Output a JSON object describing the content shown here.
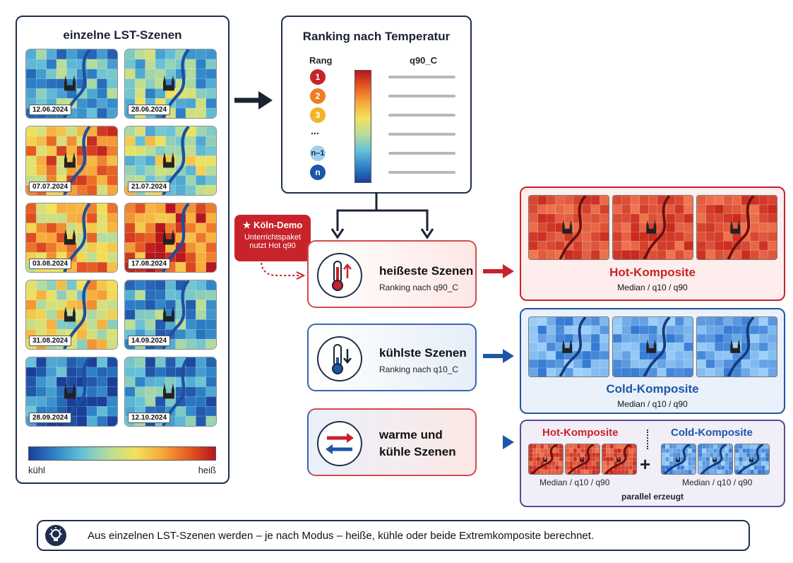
{
  "scenes": {
    "title": "einzelne LST-Szenen",
    "items": [
      {
        "date": "12.06.2024",
        "heat": 0.3
      },
      {
        "date": "28.06.2024",
        "heat": 0.4
      },
      {
        "date": "07.07.2024",
        "heat": 0.75
      },
      {
        "date": "21.07.2024",
        "heat": 0.5
      },
      {
        "date": "03.08.2024",
        "heat": 0.7
      },
      {
        "date": "17.08.2024",
        "heat": 0.9
      },
      {
        "date": "31.08.2024",
        "heat": 0.6
      },
      {
        "date": "14.09.2024",
        "heat": 0.3
      },
      {
        "date": "28.09.2024",
        "heat": 0.15
      },
      {
        "date": "12.10.2024",
        "heat": 0.25
      }
    ],
    "scale_low": "kühl",
    "scale_high": "heiß"
  },
  "ranking": {
    "title": "Ranking nach Temperatur",
    "col_rank": "Rang",
    "col_value": "q90_C",
    "ranks": [
      {
        "label": "1",
        "color": "#c8232a"
      },
      {
        "label": "2",
        "color": "#ee7d22"
      },
      {
        "label": "3",
        "color": "#f0b42b"
      },
      {
        "label": "...",
        "color": ""
      },
      {
        "label": "n–1",
        "color": "#9fd0ee"
      },
      {
        "label": "n",
        "color": "#1d56a6"
      }
    ]
  },
  "demo": {
    "title": "Köln-Demo",
    "note_line1": "Unterrichtspaket",
    "note_line2": "nutzt Hot q90"
  },
  "modes": {
    "hot": {
      "title": "heißeste Szenen",
      "sub": "Ranking nach q90_C"
    },
    "cold": {
      "title": "kühlste Szenen",
      "sub": "Ranking nach q10_C"
    },
    "both": {
      "title_line1": "warme und",
      "title_line2": "kühle Szenen"
    }
  },
  "composites": {
    "hot": {
      "title": "Hot-Komposite",
      "sub": "Median / q10 / q90"
    },
    "cold": {
      "title": "Cold-Komposite",
      "sub": "Median / q10 / q90"
    },
    "both": {
      "hot_title": "Hot-Komposite",
      "hot_sub": "Median / q10 / q90",
      "cold_title": "Cold-Komposite",
      "cold_sub": "Median / q10 / q90",
      "plus": "+",
      "footer": "parallel erzeugt"
    }
  },
  "footer": {
    "text": "Aus einzelnen LST-Szenen werden – je nach Modus – heiße, kühle oder beide Extremkomposite berechnet."
  },
  "colors": {
    "hot_accent": "#c8232a",
    "cold_accent": "#1d56a6",
    "navy": "#1e2f4d"
  }
}
